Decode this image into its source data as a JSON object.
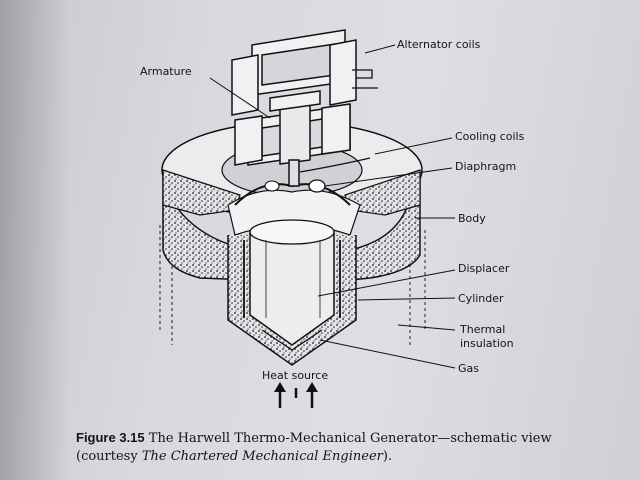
{
  "labels": {
    "alternator_coils": "Alternator coils",
    "armature": "Armature",
    "cooling_coils": "Cooling coils",
    "diaphragm": "Diaphragm",
    "body": "Body",
    "displacer": "Displacer",
    "cylinder": "Cylinder",
    "thermal_line1": "Thermal",
    "thermal_line2": "insulation",
    "gas": "Gas",
    "heat_source": "Heat source"
  },
  "caption": {
    "figure_number": "Figure 3.15",
    "text_before": "The Harwell Thermo-Mechanical Generator—schematic view (courtesy ",
    "journal": "The Chartered Mechanical Engineer",
    "text_after": ")."
  },
  "colors": {
    "ink": "#151515",
    "paper": "#d8d8de"
  }
}
